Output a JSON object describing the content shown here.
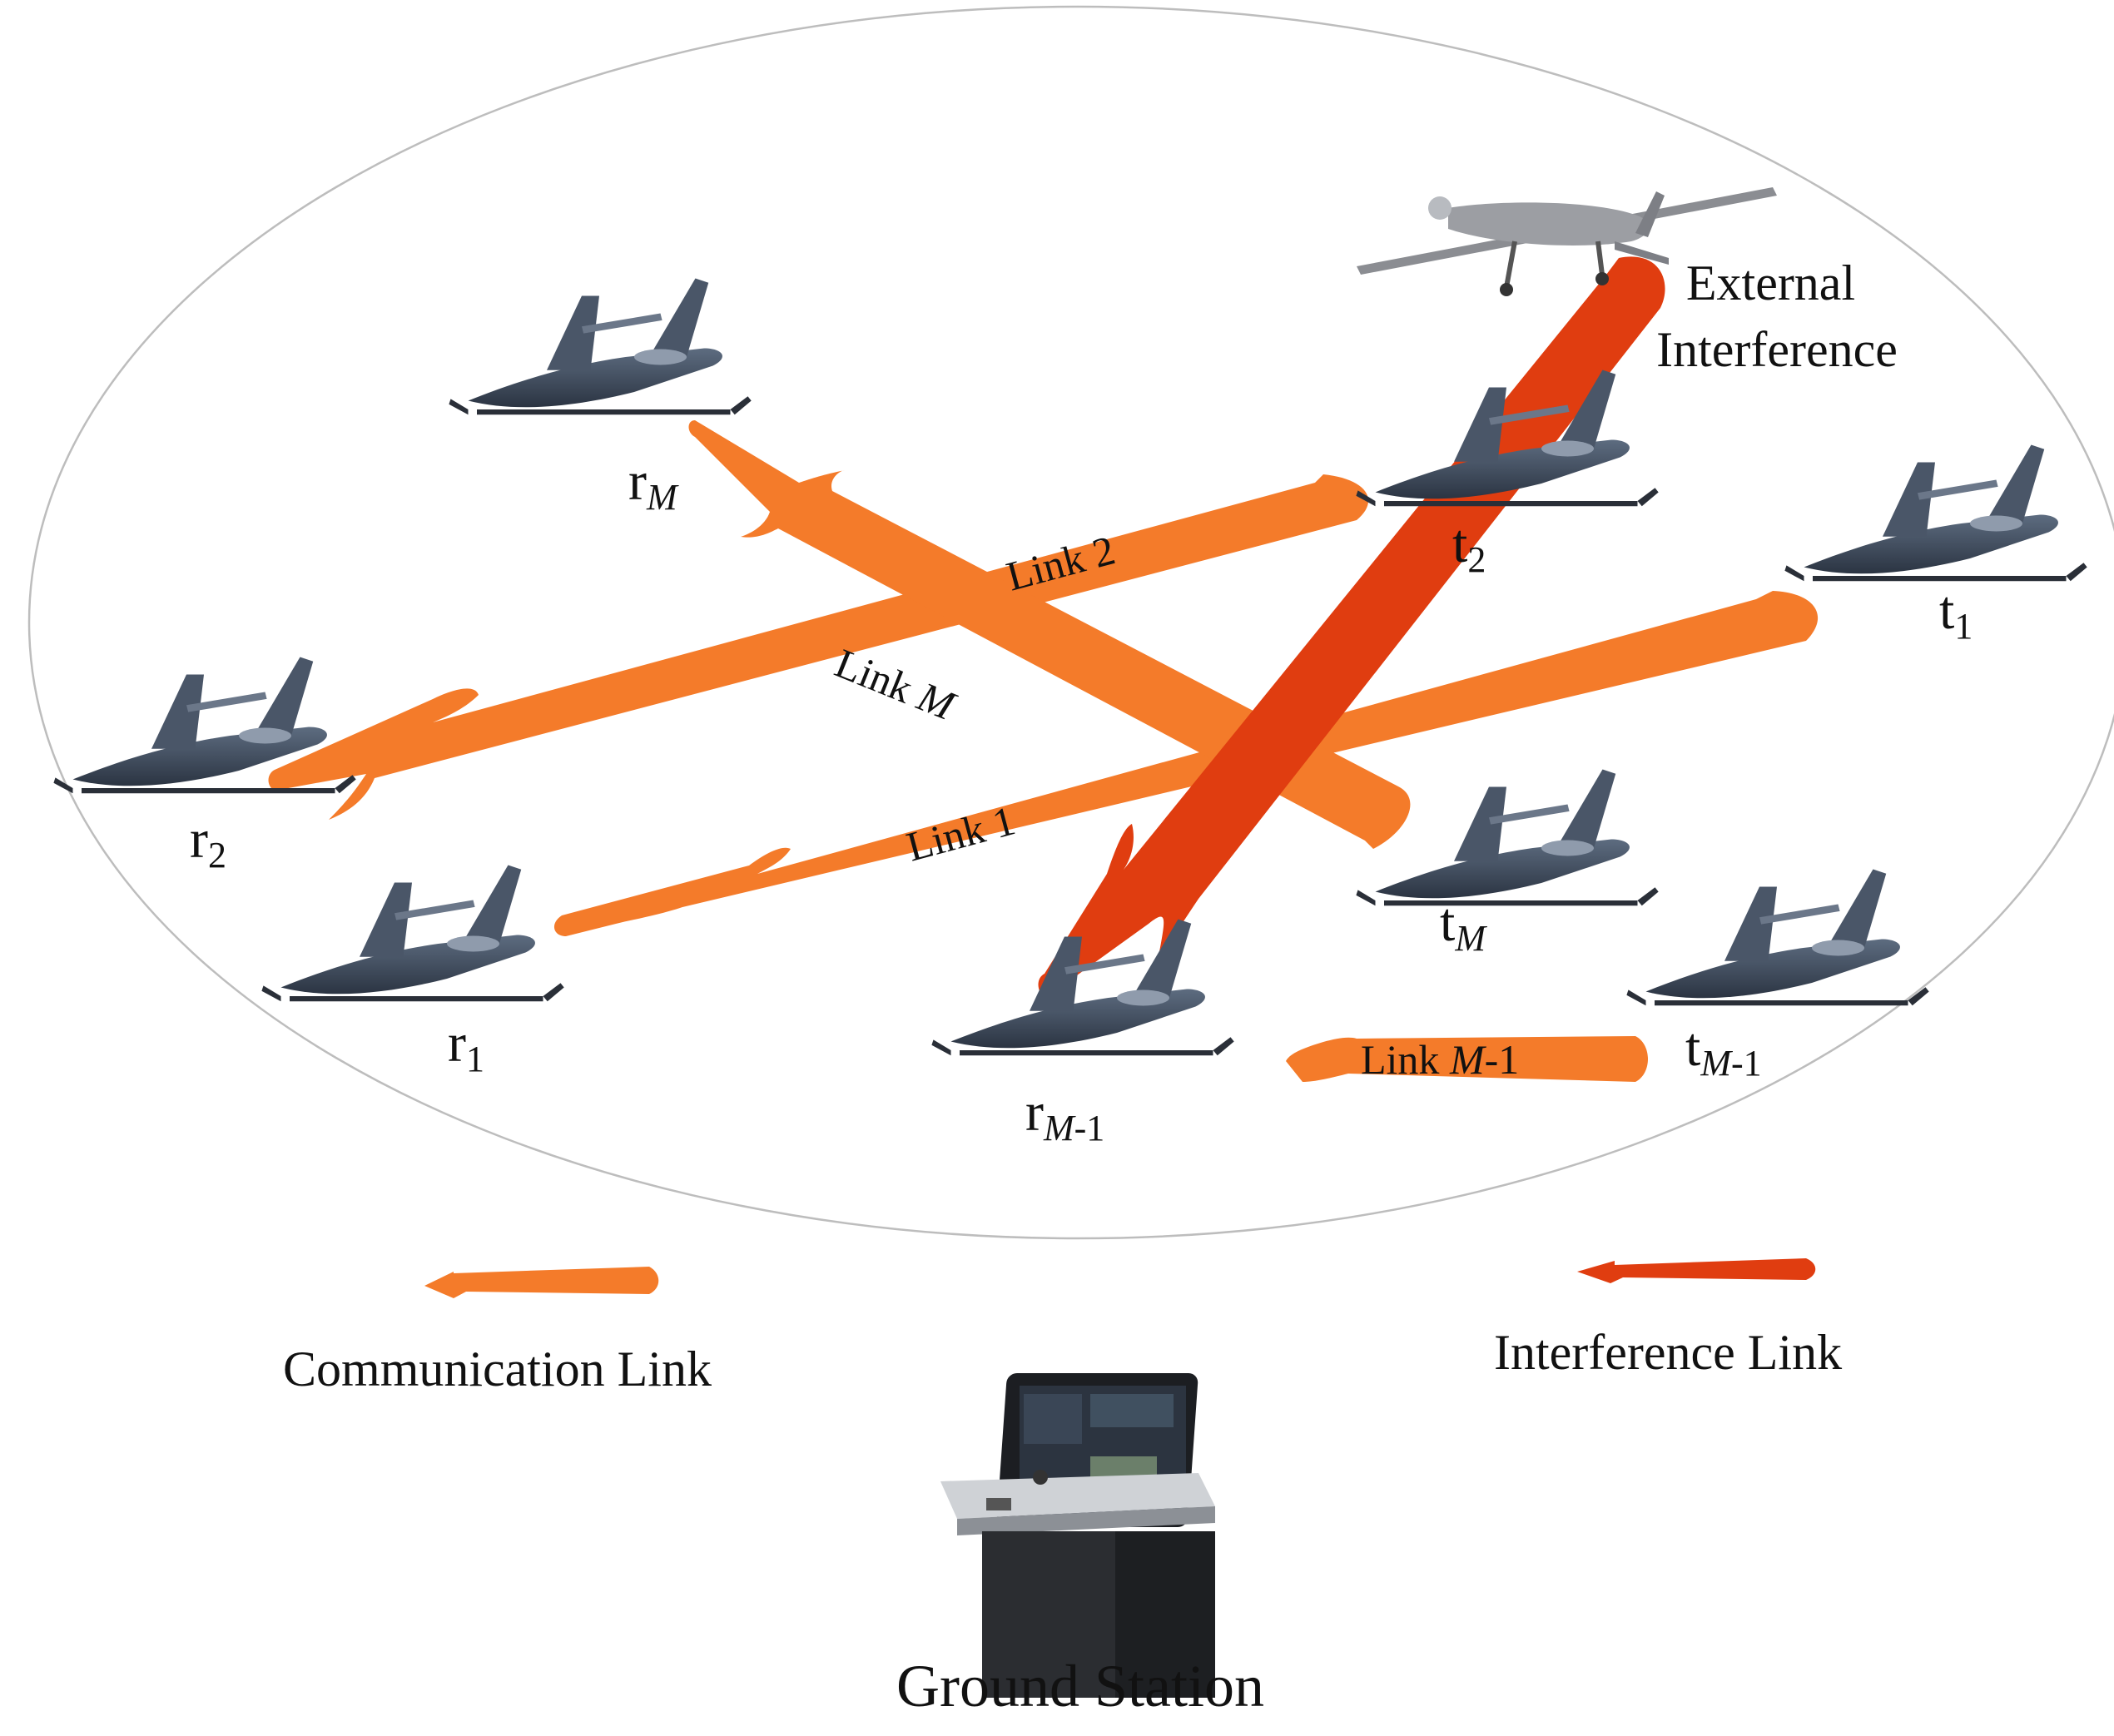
{
  "nodes": {
    "r_M": {
      "base": "r",
      "sub": "M",
      "sub_italic": true
    },
    "r_2": {
      "base": "r",
      "sub": "2",
      "sub_italic": false
    },
    "r_1": {
      "base": "r",
      "sub": "1",
      "sub_italic": false
    },
    "r_M1": {
      "base": "r",
      "sub_var": "M",
      "sub_rest": "-1"
    },
    "t_2": {
      "base": "t",
      "sub": "2",
      "sub_italic": false
    },
    "t_1": {
      "base": "t",
      "sub": "1",
      "sub_italic": false
    },
    "t_M": {
      "base": "t",
      "sub": "M",
      "sub_italic": true
    },
    "t_M1": {
      "base": "t",
      "sub_var": "M",
      "sub_rest": "-1"
    }
  },
  "links": {
    "link_2": "Link 2",
    "link_M": {
      "prefix": "Link ",
      "var": "M"
    },
    "link_1": "Link 1",
    "link_M1": {
      "prefix": "Link ",
      "var": "M",
      "suffix": "-1"
    }
  },
  "external_interference": {
    "line1": "External",
    "line2": "Interference"
  },
  "legend": {
    "communication": "Communication Link",
    "interference": "Interference Link"
  },
  "ground_station": "Ground Station",
  "colors": {
    "communication": "#F47B2A",
    "interference": "#E03D10",
    "uav_body": "#3E4B5C",
    "ellipse": "#BDBDBD"
  }
}
